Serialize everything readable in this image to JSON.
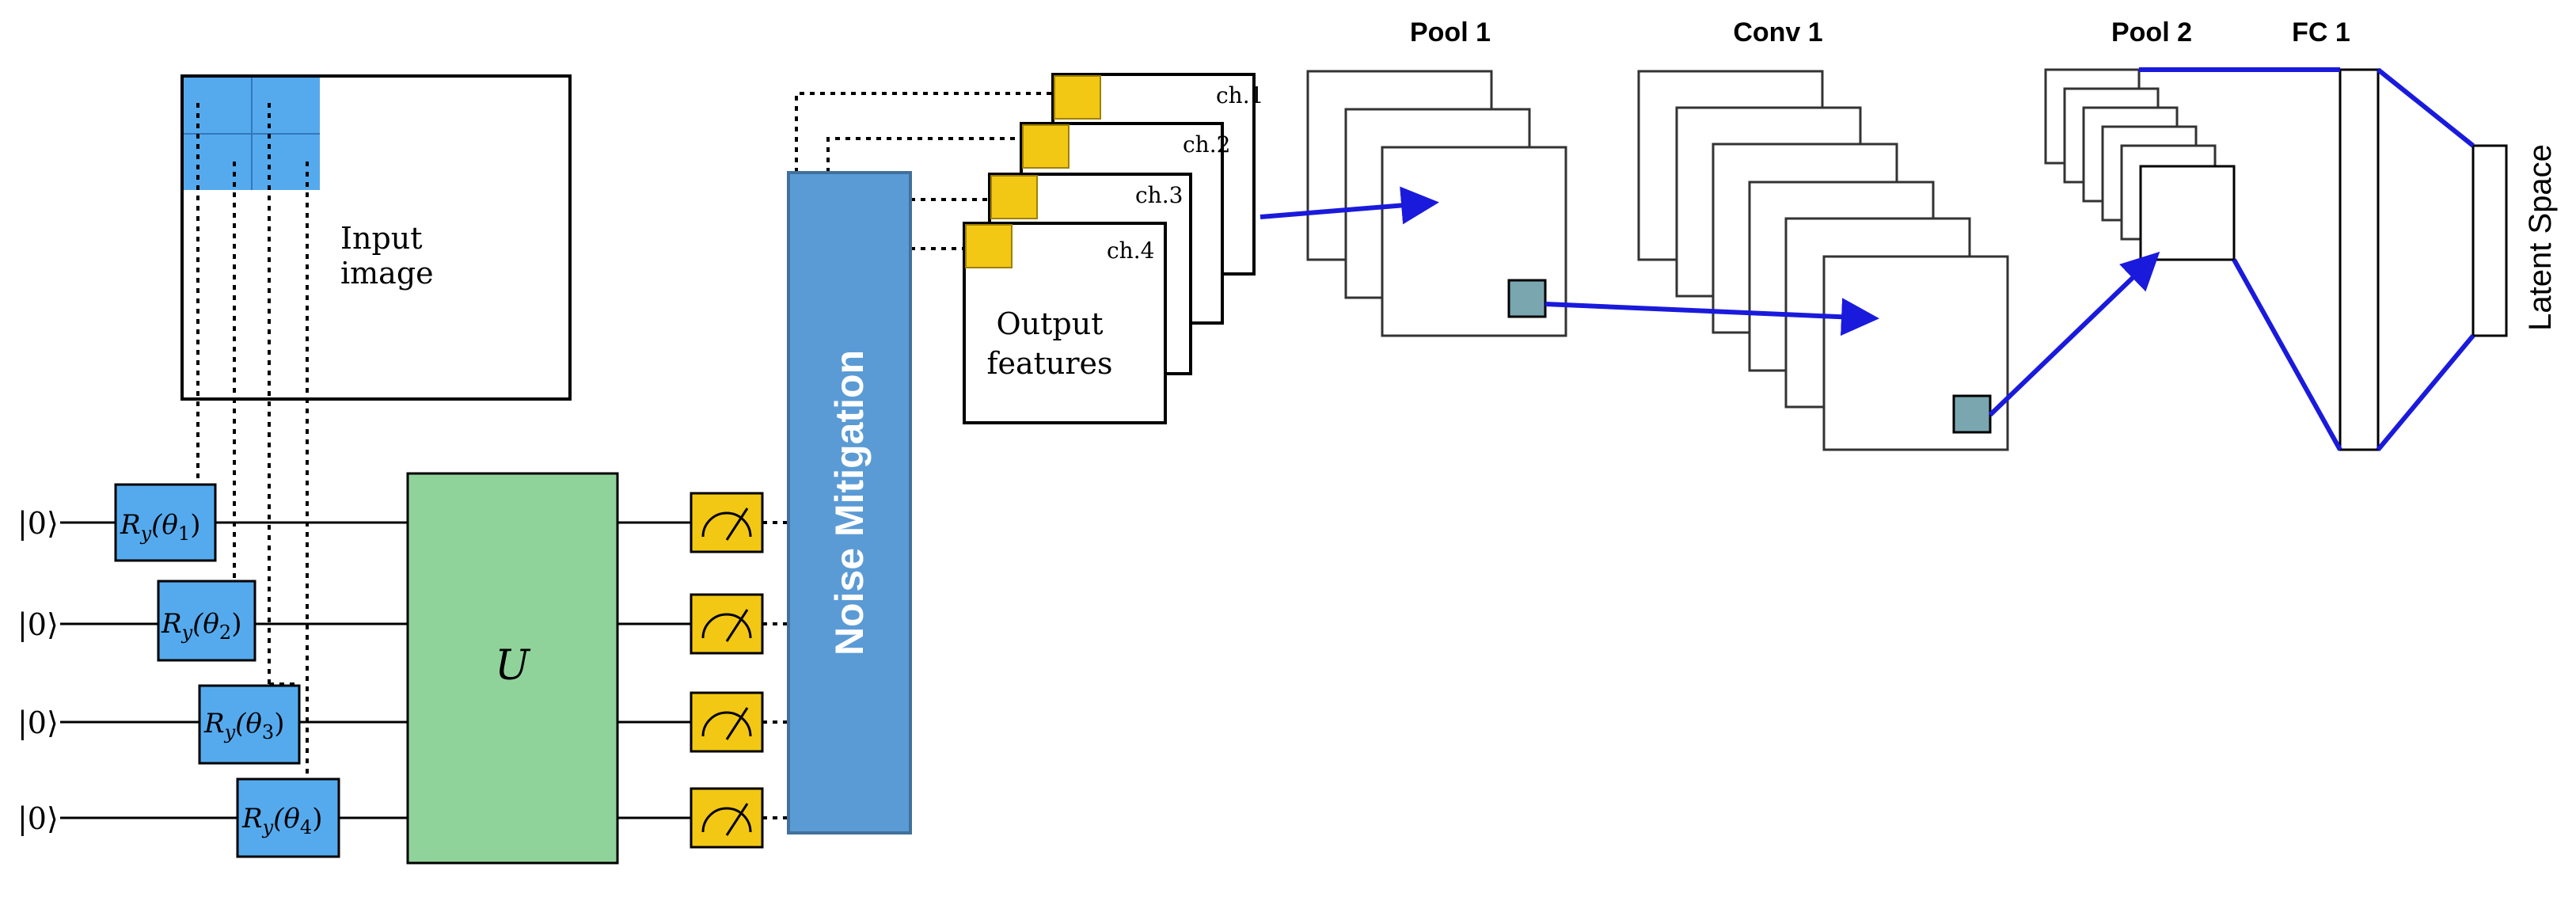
{
  "qubits": [
    {
      "state": "|0⟩",
      "gate_base": "R",
      "gate_sub": "y",
      "gate_theta": "(θ",
      "gate_idx": "1",
      "gate_close": ")"
    },
    {
      "state": "|0⟩",
      "gate_base": "R",
      "gate_sub": "y",
      "gate_theta": "(θ",
      "gate_idx": "2",
      "gate_close": ")"
    },
    {
      "state": "|0⟩",
      "gate_base": "R",
      "gate_sub": "y",
      "gate_theta": "(θ",
      "gate_idx": "3",
      "gate_close": ")"
    },
    {
      "state": "|0⟩",
      "gate_base": "R",
      "gate_sub": "y",
      "gate_theta": "(θ",
      "gate_idx": "4",
      "gate_close": ")"
    }
  ],
  "input_image": {
    "line1": "Input",
    "line2": "image"
  },
  "unitary": {
    "label": "U"
  },
  "noise_mitigation": {
    "label": "Noise Mitigation"
  },
  "output": {
    "line1": "Output",
    "line2": "features",
    "channels": [
      "ch.1",
      "ch.2",
      "ch.3",
      "ch.4"
    ]
  },
  "layers": {
    "pool1": "Pool 1",
    "conv1": "Conv 1",
    "pool2": "Pool 2",
    "fc1": "FC 1"
  },
  "latent": {
    "label": "Latent Space"
  },
  "colors": {
    "gate_blue": "#55aaee",
    "unitary_green": "#90d39a",
    "meter_yellow": "#f2c814",
    "noise_blue": "#5b9bd5",
    "kernel_teal": "#7aa6b0",
    "arrow_blue": "#1a1adc"
  }
}
